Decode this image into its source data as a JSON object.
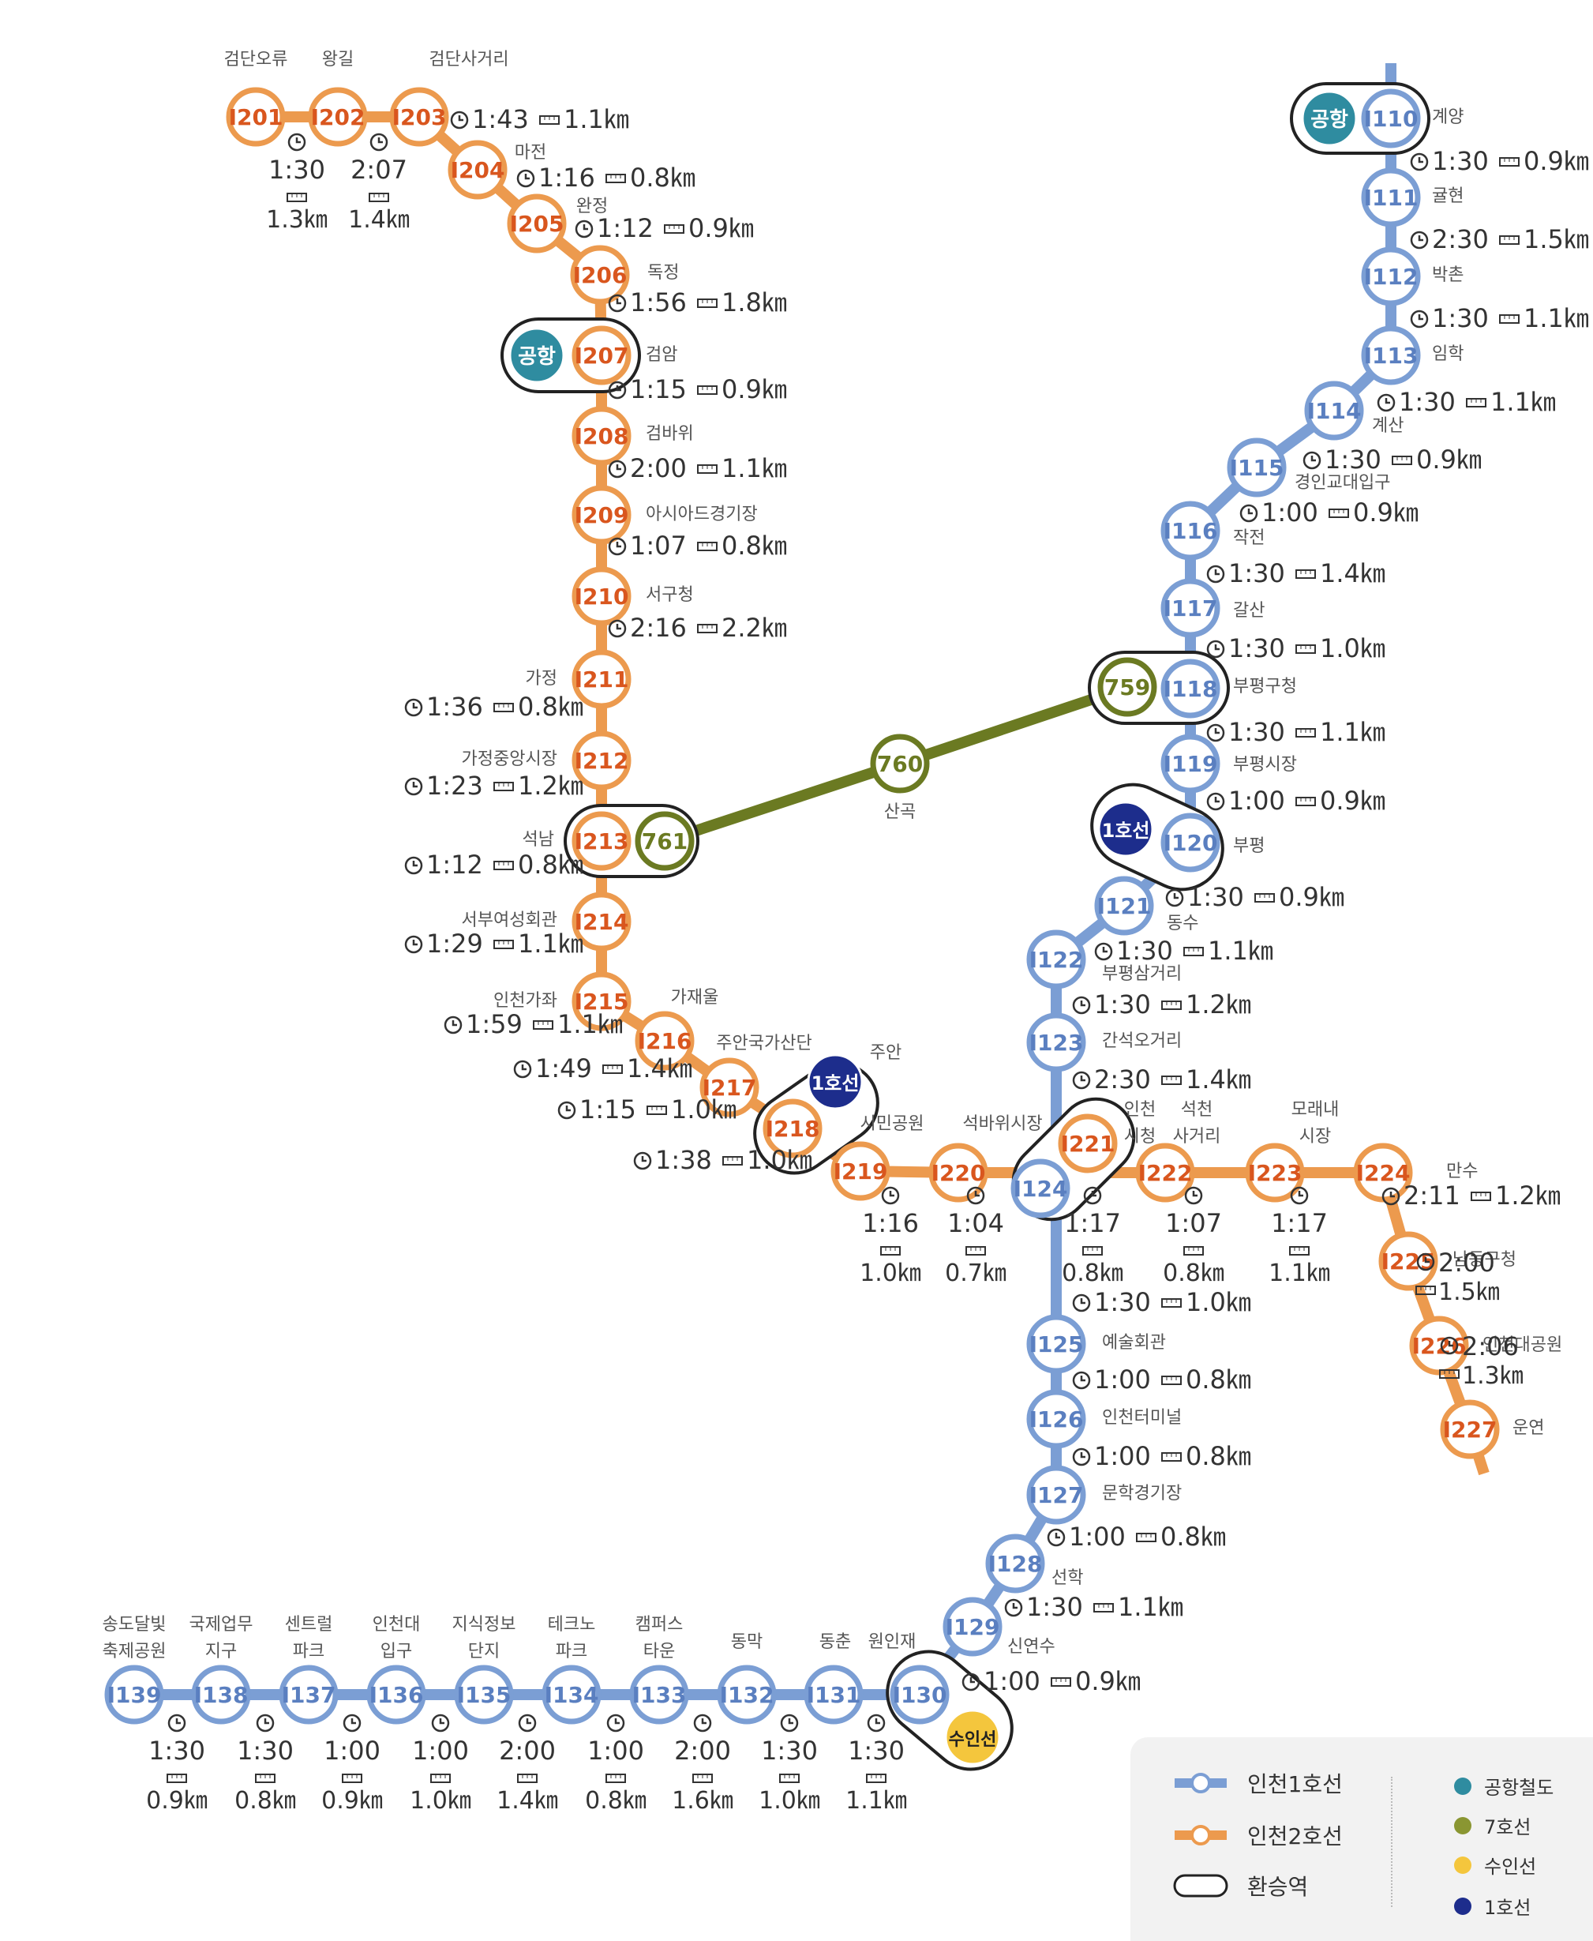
{
  "colors": {
    "line1": "#7b9ed4",
    "line1_badge": "#7398ce",
    "line2": "#ec9a4e",
    "line2_badge": "#e9954a",
    "line2_code": "#d9561e",
    "line1_code": "#5a7fc0",
    "line7": "#6b7a22",
    "airport": "#2f8ca0",
    "suin": "#f4c63d",
    "seoul1": "#1d2d8c",
    "text": "#333333"
  },
  "badges": {
    "line1": "인천1호선",
    "line2": "인천2호선"
  },
  "legend": {
    "line1": "인천1호선",
    "line2": "인천2호선",
    "transfer": "환승역",
    "airport": "공항철도",
    "line7": "7호선",
    "suin": "수인선",
    "seoul1": "1호선"
  },
  "transfers": {
    "airport": "공항",
    "seoul1": "1호선",
    "suin": "수인선",
    "l7_759": "759",
    "l7_760": "760",
    "l7_761": "761"
  },
  "line7": {
    "name_760": "산곡"
  },
  "line1": {
    "stations": [
      {
        "code": "I110",
        "name": "계양"
      },
      {
        "code": "I111",
        "name": "귤현"
      },
      {
        "code": "I112",
        "name": "박촌"
      },
      {
        "code": "I113",
        "name": "임학"
      },
      {
        "code": "I114",
        "name": "계산"
      },
      {
        "code": "I115",
        "name": "경인교대입구"
      },
      {
        "code": "I116",
        "name": "작전"
      },
      {
        "code": "I117",
        "name": "갈산"
      },
      {
        "code": "I118",
        "name": "부평구청"
      },
      {
        "code": "I119",
        "name": "부평시장"
      },
      {
        "code": "I120",
        "name": "부평"
      },
      {
        "code": "I121",
        "name": "동수"
      },
      {
        "code": "I122",
        "name": "부평삼거리"
      },
      {
        "code": "I123",
        "name": "간석오거리"
      },
      {
        "code": "I124",
        "name": "인천시청"
      },
      {
        "code": "I125",
        "name": "예술회관"
      },
      {
        "code": "I126",
        "name": "인천터미널"
      },
      {
        "code": "I127",
        "name": "문학경기장"
      },
      {
        "code": "I128",
        "name": "선학"
      },
      {
        "code": "I129",
        "name": "신연수"
      },
      {
        "code": "I130",
        "name": "원인재"
      },
      {
        "code": "I131",
        "name": "동춘"
      },
      {
        "code": "I132",
        "name": "동막"
      },
      {
        "code": "I133",
        "name": "캠퍼스타운"
      },
      {
        "code": "I134",
        "name": "테크노파크"
      },
      {
        "code": "I135",
        "name": "지식정보단지"
      },
      {
        "code": "I136",
        "name": "인천대입구"
      },
      {
        "code": "I137",
        "name": "센트럴파크"
      },
      {
        "code": "I138",
        "name": "국제업무지구"
      },
      {
        "code": "I139",
        "name": "송도달빛축제공원"
      }
    ],
    "segments": [
      {
        "time": "1:30",
        "dist": "0.9㎞"
      },
      {
        "time": "2:30",
        "dist": "1.5㎞"
      },
      {
        "time": "1:30",
        "dist": "1.1㎞"
      },
      {
        "time": "1:30",
        "dist": "1.1㎞"
      },
      {
        "time": "1:30",
        "dist": "0.9㎞"
      },
      {
        "time": "1:00",
        "dist": "0.9㎞"
      },
      {
        "time": "1:30",
        "dist": "1.4㎞"
      },
      {
        "time": "1:30",
        "dist": "1.0㎞"
      },
      {
        "time": "1:30",
        "dist": "1.1㎞"
      },
      {
        "time": "1:00",
        "dist": "0.9㎞"
      },
      {
        "time": "1:30",
        "dist": "0.9㎞"
      },
      {
        "time": "1:30",
        "dist": "1.1㎞"
      },
      {
        "time": "1:30",
        "dist": "1.2㎞"
      },
      {
        "time": "2:30",
        "dist": "1.4㎞"
      },
      {
        "time": "1:30",
        "dist": "1.0㎞"
      },
      {
        "time": "1:00",
        "dist": "0.8㎞"
      },
      {
        "time": "1:00",
        "dist": "0.8㎞"
      },
      {
        "time": "1:00",
        "dist": "0.8㎞"
      },
      {
        "time": "1:30",
        "dist": "1.1㎞"
      },
      {
        "time": "1:00",
        "dist": "0.9㎞"
      },
      {
        "time": "1:30",
        "dist": "1.1㎞"
      },
      {
        "time": "1:30",
        "dist": "1.0㎞"
      },
      {
        "time": "2:00",
        "dist": "1.6㎞"
      },
      {
        "time": "1:00",
        "dist": "0.8㎞"
      },
      {
        "time": "2:00",
        "dist": "1.4㎞"
      },
      {
        "time": "1:00",
        "dist": "1.0㎞"
      },
      {
        "time": "1:00",
        "dist": "0.9㎞"
      },
      {
        "time": "1:30",
        "dist": "0.8㎞"
      },
      {
        "time": "1:30",
        "dist": "0.9㎞"
      }
    ]
  },
  "line2": {
    "stations": [
      {
        "code": "I201",
        "name": "검단오류"
      },
      {
        "code": "I202",
        "name": "왕길"
      },
      {
        "code": "I203",
        "name": "검단사거리"
      },
      {
        "code": "I204",
        "name": "마전"
      },
      {
        "code": "I205",
        "name": "완정"
      },
      {
        "code": "I206",
        "name": "독정"
      },
      {
        "code": "I207",
        "name": "검암"
      },
      {
        "code": "I208",
        "name": "검바위"
      },
      {
        "code": "I209",
        "name": "아시아드경기장"
      },
      {
        "code": "I210",
        "name": "서구청"
      },
      {
        "code": "I211",
        "name": "가정"
      },
      {
        "code": "I212",
        "name": "가정중앙시장"
      },
      {
        "code": "I213",
        "name": "석남"
      },
      {
        "code": "I214",
        "name": "서부여성회관"
      },
      {
        "code": "I215",
        "name": "인천가좌"
      },
      {
        "code": "I216",
        "name": "가재울"
      },
      {
        "code": "I217",
        "name": "주안국가산단"
      },
      {
        "code": "I218",
        "name": "주안"
      },
      {
        "code": "I219",
        "name": "시민공원"
      },
      {
        "code": "I220",
        "name": "석바위시장"
      },
      {
        "code": "I221",
        "name": "인천시청"
      },
      {
        "code": "I222",
        "name": "석천사거리"
      },
      {
        "code": "I223",
        "name": "모래내시장"
      },
      {
        "code": "I224",
        "name": "만수"
      },
      {
        "code": "I225",
        "name": "남동구청"
      },
      {
        "code": "I226",
        "name": "인천대공원"
      },
      {
        "code": "I227",
        "name": "운연"
      }
    ],
    "segments": [
      {
        "time": "1:30",
        "dist": "1.3㎞"
      },
      {
        "time": "2:07",
        "dist": "1.4㎞"
      },
      {
        "time": "1:43",
        "dist": "1.1㎞"
      },
      {
        "time": "1:16",
        "dist": "0.8㎞"
      },
      {
        "time": "1:12",
        "dist": "0.9㎞"
      },
      {
        "time": "1:56",
        "dist": "1.8㎞"
      },
      {
        "time": "1:15",
        "dist": "0.9㎞"
      },
      {
        "time": "2:00",
        "dist": "1.1㎞"
      },
      {
        "time": "1:07",
        "dist": "0.8㎞"
      },
      {
        "time": "2:16",
        "dist": "2.2㎞"
      },
      {
        "time": "1:36",
        "dist": "0.8㎞"
      },
      {
        "time": "1:23",
        "dist": "1.2㎞"
      },
      {
        "time": "1:12",
        "dist": "0.8㎞"
      },
      {
        "time": "1:29",
        "dist": "1.1㎞"
      },
      {
        "time": "1:59",
        "dist": "1.1㎞"
      },
      {
        "time": "1:49",
        "dist": "1.4㎞"
      },
      {
        "time": "1:15",
        "dist": "1.0㎞"
      },
      {
        "time": "1:38",
        "dist": "1.0㎞"
      },
      {
        "time": "1:16",
        "dist": "1.0㎞"
      },
      {
        "time": "1:04",
        "dist": "0.7㎞"
      },
      {
        "time": "1:17",
        "dist": "0.8㎞"
      },
      {
        "time": "1:07",
        "dist": "0.8㎞"
      },
      {
        "time": "1:17",
        "dist": "1.1㎞"
      },
      {
        "time": "2:11",
        "dist": "1.2㎞"
      },
      {
        "time": "2:00",
        "dist": "1.5㎞"
      },
      {
        "time": "2:06",
        "dist": "1.3㎞"
      }
    ]
  }
}
